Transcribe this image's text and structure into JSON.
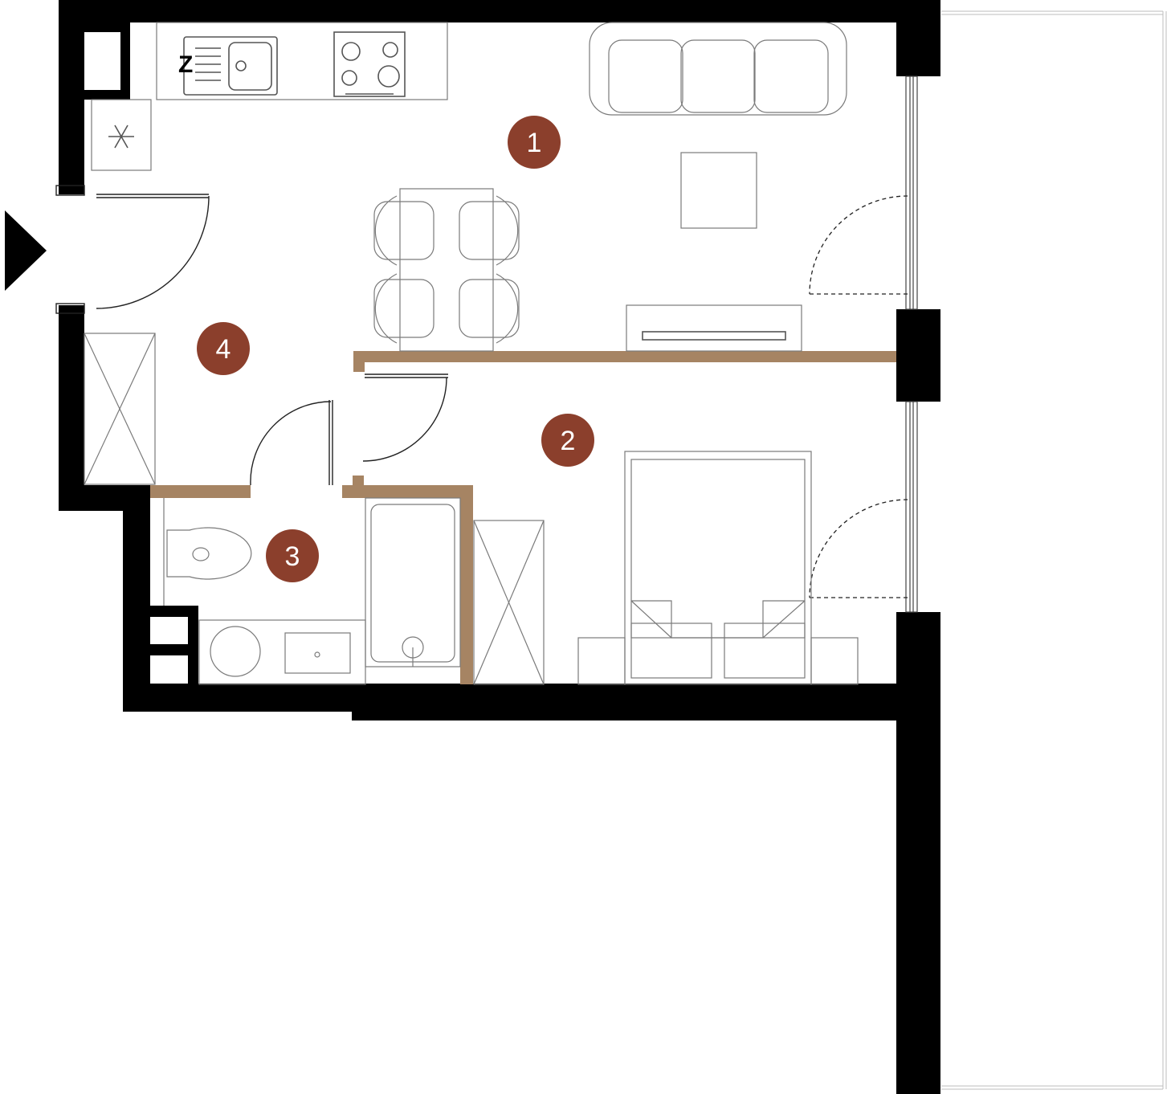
{
  "colors": {
    "wall": "#000000",
    "partition": "#a68463",
    "marker": "#8b3f2c"
  },
  "rooms": [
    {
      "number": "1"
    },
    {
      "number": "2"
    },
    {
      "number": "3"
    },
    {
      "number": "4"
    }
  ],
  "kitchen_marker": "Z",
  "icons": [
    "entrance-arrow-icon",
    "snowflake-icon",
    "sink-icon",
    "cooktop-icon"
  ]
}
